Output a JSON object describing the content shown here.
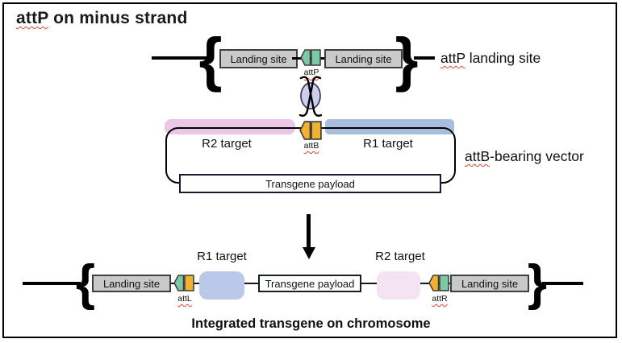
{
  "title": {
    "highlight": "attP",
    "rest": " on minus strand"
  },
  "glyphs": {
    "brace_open": "{",
    "brace_close": "}"
  },
  "colors": {
    "green": "#7cc9a3",
    "orange": "#f2b230",
    "gray_fill": "#c9c9c9",
    "pink_band": "#eac7e6",
    "blue_band": "#a8bedf",
    "pink_soft": "#f4e3f3",
    "blue_soft": "#bac9e9",
    "ellipse_fill": "#cdcdee"
  },
  "top_construct": {
    "left_box": "Landing site",
    "right_box": "Landing site",
    "att_site": "attP",
    "label_highlight": "attP",
    "label_rest": " landing site"
  },
  "vector": {
    "r2": "R2 target",
    "r1": "R1 target",
    "att_site": "attB",
    "payload": "Transgene payload",
    "label_highlight": "attB",
    "label_rest": "-bearing vector"
  },
  "integrated": {
    "left_box": "Landing site",
    "right_box": "Landing site",
    "att_left": "attL",
    "att_right": "attR",
    "r1": "R1 target",
    "r2": "R2 target",
    "payload": "Transgene payload",
    "caption": "Integrated transgene on chromosome"
  }
}
